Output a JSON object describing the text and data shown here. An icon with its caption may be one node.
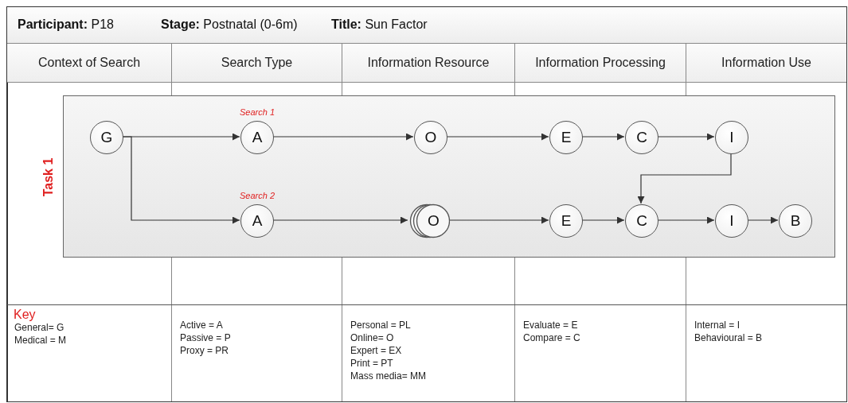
{
  "diagram": {
    "nodes": [
      {
        "text": [
          "Task 1"
        ]
      },
      {
        "text": [
          "G"
        ],
        "in": 0
      },
      {
        "text": [
          "A"
        ],
        "in": 0,
        "beside": [
          "Search 1"
        ]
      },
      {
        "text": [
          "O"
        ],
        "in": 0
      },
      {
        "text": [
          "E"
        ],
        "in": 0
      },
      {
        "text": [
          "C"
        ],
        "in": 0
      },
      {
        "text": [
          "I"
        ],
        "in": 0
      },
      {
        "text": [
          "A"
        ],
        "in": 0,
        "beside": [
          "Search 2"
        ]
      },
      {
        "text": [
          "O"
        ],
        "in": 0
      },
      {
        "text": [
          "E"
        ],
        "in": 0
      },
      {
        "text": [
          "C"
        ],
        "in": 0
      },
      {
        "text": [
          "I"
        ],
        "in": 0
      },
      {
        "text": [
          "B"
        ],
        "in": 0
      }
    ],
    "edges": [
      {
        "from": 1,
        "to": 2,
        "arrow": "to"
      },
      {
        "from": 1,
        "to": 7,
        "arrow": "to"
      },
      {
        "from": 2,
        "to": 3,
        "arrow": "to"
      },
      {
        "from": 3,
        "to": 4,
        "arrow": "to"
      },
      {
        "from": 4,
        "to": 5,
        "arrow": "to"
      },
      {
        "from": 5,
        "to": 6,
        "arrow": "to"
      },
      {
        "from": 6,
        "to": 10,
        "arrow": "to"
      },
      {
        "from": 7,
        "to": 8,
        "arrow": "to"
      },
      {
        "from": 8,
        "to": 9,
        "arrow": "to"
      },
      {
        "from": 9,
        "to": 10,
        "arrow": "to"
      },
      {
        "from": 10,
        "to": 11,
        "arrow": "to"
      },
      {
        "from": 11,
        "to": 12,
        "arrow": "to"
      }
    ],
    "labels": [
      "**Participant:** P18",
      "**Stage:** Postnatal (0-6m)",
      "**Title:** Sun Factor",
      "Context of Search",
      "Search Type",
      "Information Resource",
      "Information Processing",
      "Information Use",
      "Key",
      "General= G",
      "Medical = M",
      "Active = A",
      "Passive = P",
      "Proxy = PR",
      "Personal = PL",
      "Online= O",
      "Expert = EX",
      "Print = PT",
      "Mass media= MM",
      "Evaluate = E",
      "Compare = C",
      "Internal = I",
      "Behavioural = B"
    ]
  }
}
